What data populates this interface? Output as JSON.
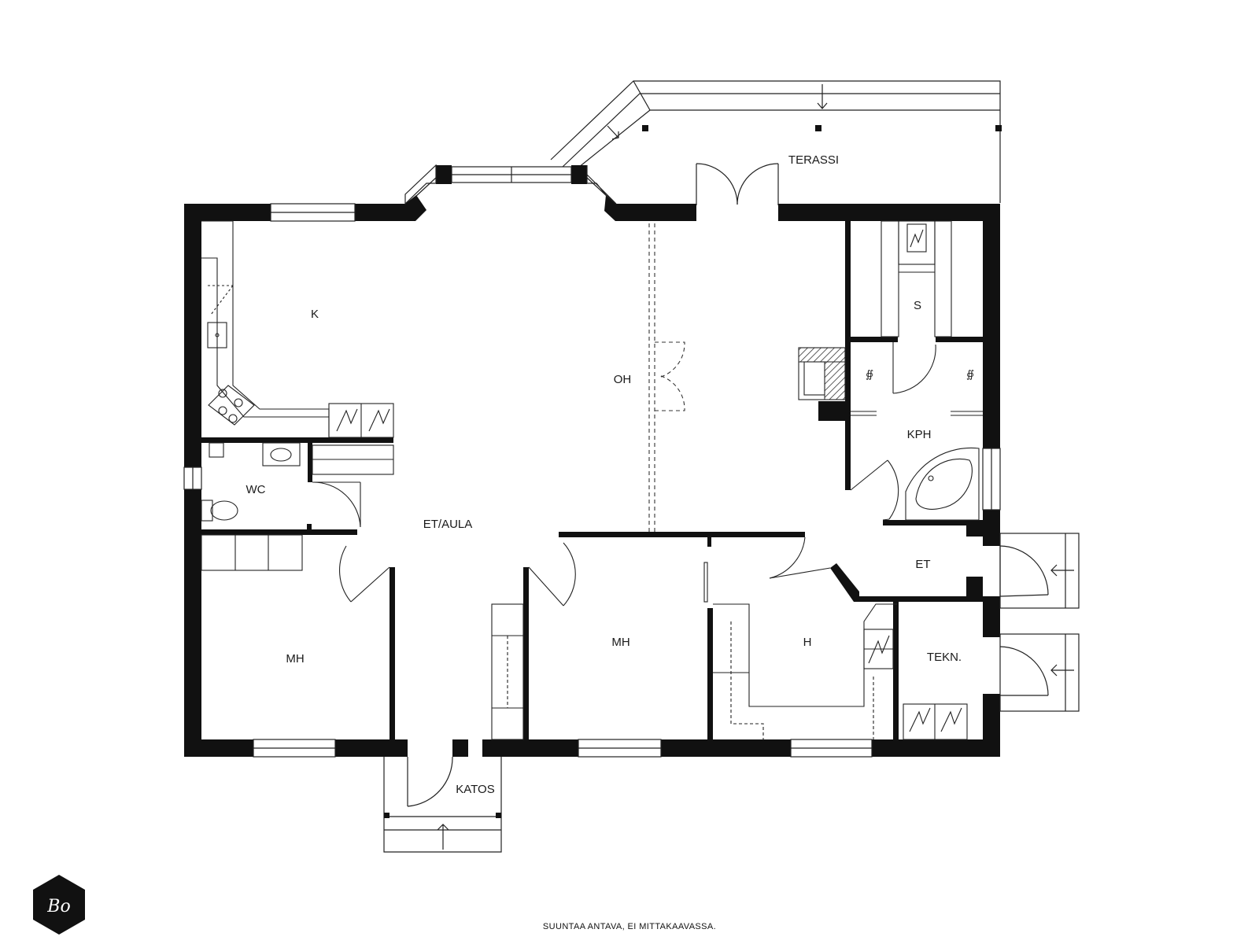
{
  "rooms": {
    "k": "K",
    "oh": "OH",
    "s": "S",
    "kph": "KPH",
    "wc": "WC",
    "et_aula": "ET/AULA",
    "mh_left": "MH",
    "mh_center": "MH",
    "h": "H",
    "et_right": "ET",
    "tekn": "TEKN.",
    "terassi": "TERASSI",
    "katos": "KATOS"
  },
  "logo": {
    "text": "Bo"
  },
  "caption": "SUUNTAA ANTAVA, EI MITTAKAAVASSA.",
  "colors": {
    "wall": "#111111",
    "line": "#222222",
    "background": "#ffffff"
  }
}
